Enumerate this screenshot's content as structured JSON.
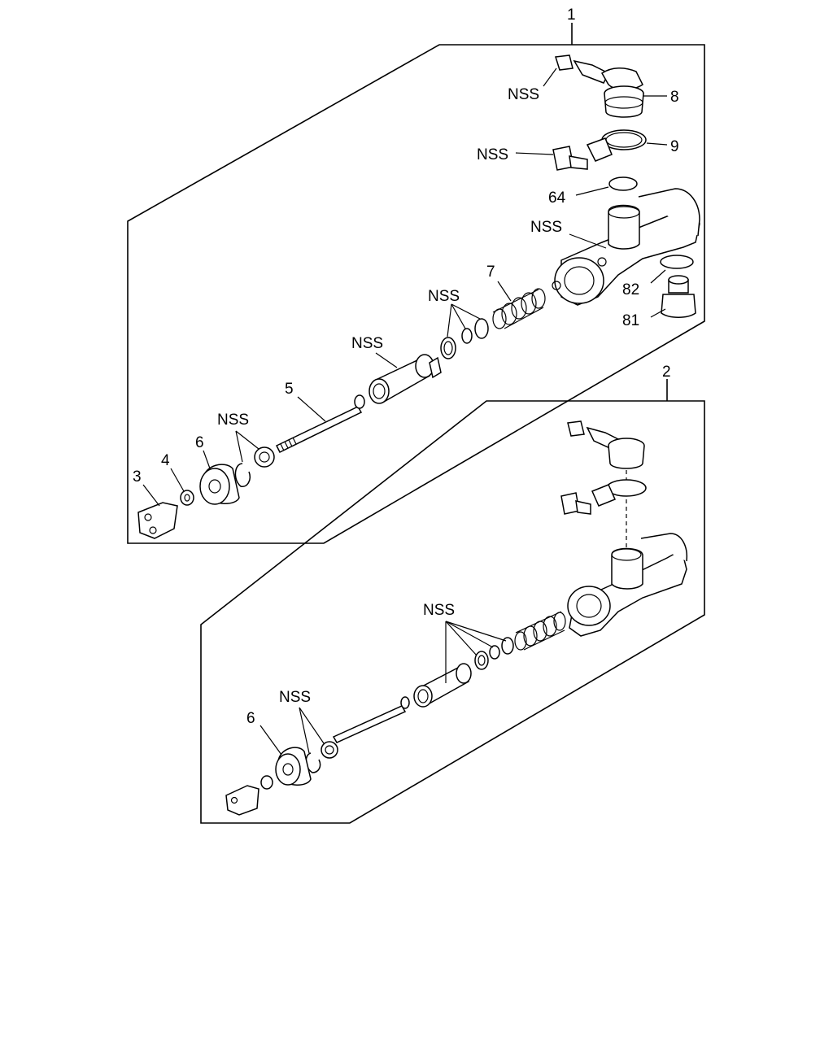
{
  "assemblies": [
    {
      "number": "1",
      "callouts": {
        "c8": "8",
        "c9": "9",
        "c64": "64",
        "c82": "82",
        "c81": "81",
        "c7": "7",
        "c5": "5",
        "c6": "6",
        "c4": "4",
        "c3": "3",
        "nss_fitting": "NSS",
        "nss_bleeder": "NSS",
        "nss_body": "NSS",
        "nss_seals": "NSS",
        "nss_piston": "NSS",
        "nss_snapring": "NSS"
      }
    },
    {
      "number": "2",
      "callouts": {
        "c6": "6",
        "nss_seals": "NSS",
        "nss_snapring": "NSS"
      }
    }
  ]
}
